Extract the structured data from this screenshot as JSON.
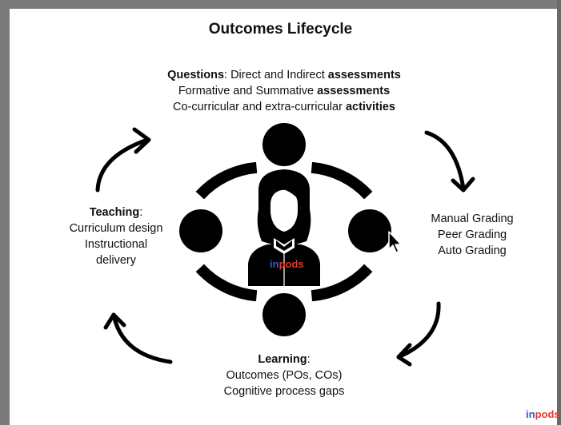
{
  "title": "Outcomes Lifecycle",
  "questions": {
    "line1": {
      "bold": "Questions",
      "rest": ": Direct and Indirect ",
      "bold2": "assessments"
    },
    "line2": {
      "text": "Formative and Summative ",
      "bold": "assessments"
    },
    "line3": {
      "text": "Co-curricular and extra-curricular ",
      "bold": "activities"
    }
  },
  "teaching": {
    "heading": "Teaching",
    "colon": ":",
    "line1": "Curriculum design",
    "line2": "Instructional",
    "line3": "delivery"
  },
  "grading": {
    "line1": "Manual Grading",
    "line2": "Peer Grading",
    "line3": "Auto Grading"
  },
  "learning": {
    "heading": "Learning",
    "colon": ":",
    "line1": "Outcomes (POs, COs)",
    "line2": "Cognitive process gaps"
  },
  "brand": {
    "part1": "in",
    "part2": "pods",
    "blue": "#2a5bd7",
    "red": "#e23b2a"
  },
  "icons": {
    "center": "person-icon",
    "cursor": "mouse-pointer-icon"
  }
}
